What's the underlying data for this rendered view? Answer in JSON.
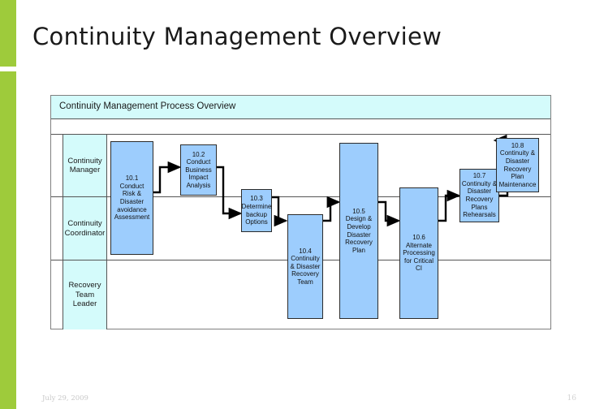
{
  "slide": {
    "title": "Continuity Management Overview",
    "accent_color": "#9ECB3B",
    "footer": {
      "date": "July 29, 2009",
      "page_number": "16"
    }
  },
  "diagram": {
    "header_title": "Continuity Management Process Overview",
    "header_bg": "#D4FBFB",
    "box_fill": "#9DCDFD",
    "lane_label_bg": "#D4FBFB",
    "lanes": [
      {
        "label": "Continuity Manager"
      },
      {
        "label": "Continuity Coordinator"
      },
      {
        "label": "Recovery Team Leader"
      }
    ],
    "boxes": [
      {
        "id": "10.1",
        "label": "10.1 Conduct Risk & Disaster avoidance Assessment",
        "lines": [
          "10.1",
          "Conduct",
          "Risk &",
          "Disaster",
          "avoidance",
          "Assessment"
        ]
      },
      {
        "id": "10.2",
        "label": "10.2 Conduct Business Impact Analysis",
        "lines": [
          "10.2",
          "Conduct",
          "Business",
          "Impact",
          "Analysis"
        ]
      },
      {
        "id": "10.3",
        "label": "10.3 Determine backup Options",
        "lines": [
          "10.3",
          "Determine",
          "backup",
          "Options"
        ]
      },
      {
        "id": "10.4",
        "label": "10.4 Continuity & Disaster Recovery Team",
        "lines": [
          "10.4",
          "Continuity",
          "& Disaster",
          "Recovery",
          "Team"
        ]
      },
      {
        "id": "10.5",
        "label": "10.5 Design & Develop Disaster Recovery Plan",
        "lines": [
          "10.5",
          "Design &",
          "Develop",
          "Disaster",
          "Recovery",
          "Plan"
        ]
      },
      {
        "id": "10.6",
        "label": "10.6 Alternate Processing for Critical CI",
        "lines": [
          "10.6",
          "Alternate",
          "Processing",
          "for Critical",
          "CI"
        ]
      },
      {
        "id": "10.7",
        "label": "10.7 Continuity & Disaster Recovery Plans Rehearsals",
        "lines": [
          "10.7",
          "Continuity &",
          "Disaster",
          "Recovery",
          "Plans",
          "Rehearsals"
        ]
      },
      {
        "id": "10.8",
        "label": "10.8 Continuity & Disaster Recovery Plan Maintenance",
        "lines": [
          "10.8",
          "Continuity &",
          "Disaster",
          "Recovery",
          "Plan",
          "Maintenance"
        ]
      }
    ]
  }
}
